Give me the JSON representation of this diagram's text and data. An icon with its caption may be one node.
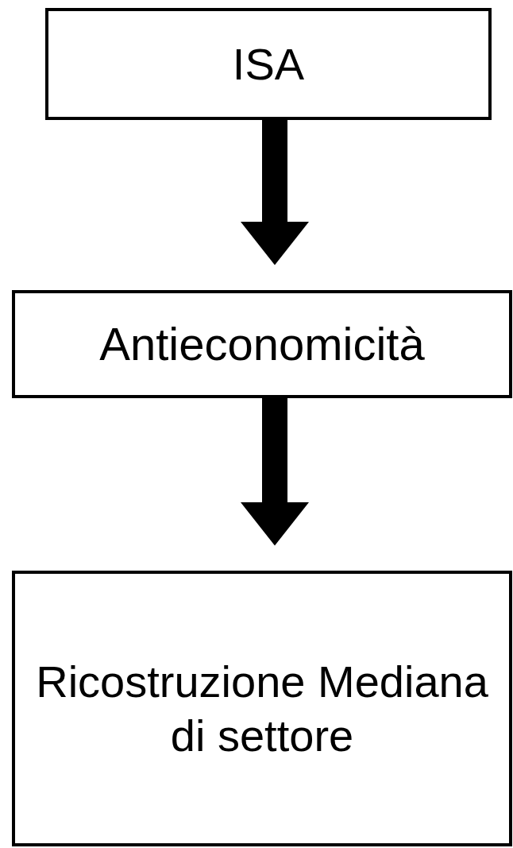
{
  "diagram": {
    "nodes": [
      {
        "text": [
          "ISA"
        ]
      },
      {
        "text": [
          "Antieconomicità"
        ]
      },
      {
        "text": [
          "Ricostruzione Mediana di settore"
        ]
      }
    ],
    "edges": [
      {
        "from": 0,
        "to": 1,
        "arrow": "to"
      },
      {
        "from": 1,
        "to": 2,
        "arrow": "to"
      }
    ]
  }
}
